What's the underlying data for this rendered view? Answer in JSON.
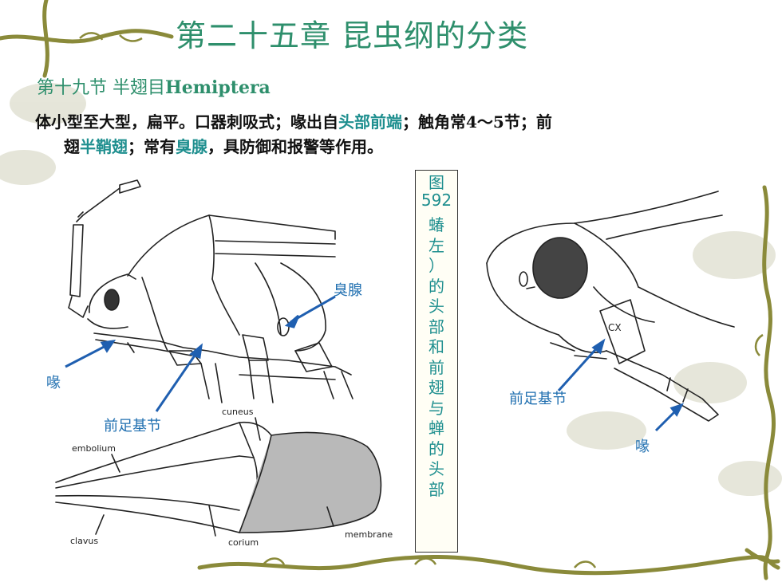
{
  "slide": {
    "title": "第二十五章 昆虫纲的分类",
    "subtitle_cn": "第十九节 半翅目",
    "subtitle_en": "Hemiptera",
    "body": {
      "p1": "体小型至大型，扁平。口器刺吸式；喙出自",
      "h1": "头部前端",
      "p2": "；触角常4～5节；前",
      "p3": "翅",
      "h2": "半鞘翅",
      "p4": "；常有",
      "h3": "臭腺",
      "p5": "，具防御和报警等作用。"
    }
  },
  "figure": {
    "caption_num": "图592",
    "caption_text": "蝽左）的头部和前翅与蝉的头部",
    "labels": {
      "stink_gland": "臭腺",
      "beak_left": "喙",
      "fore_coxa_left": "前足基节",
      "fore_coxa_right": "前足基节",
      "beak_right": "喙",
      "cx": "CX",
      "cuneus": "cuneus",
      "embolium": "embolium",
      "clavus": "clavus",
      "corium": "corium",
      "membrane": "membrane"
    }
  },
  "colors": {
    "title": "#2e8f6c",
    "highlight": "#1f8f8f",
    "label": "#1f6fb0",
    "decor": "#8a8a3a"
  }
}
